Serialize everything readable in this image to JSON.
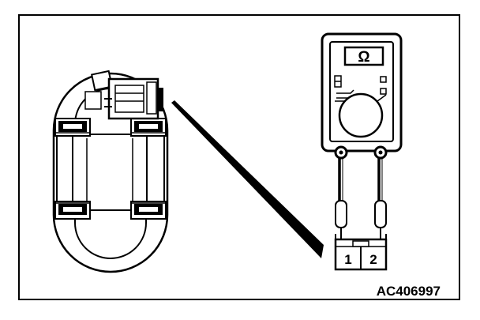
{
  "figure": {
    "code": "AC406997",
    "meter_symbol": "Ω",
    "terminals": [
      "1",
      "2"
    ]
  },
  "colors": {
    "ink": "#000000",
    "paper": "#ffffff"
  },
  "icons": {
    "meter": "ohmmeter-icon",
    "sensor": "switch-assembly-icon"
  }
}
